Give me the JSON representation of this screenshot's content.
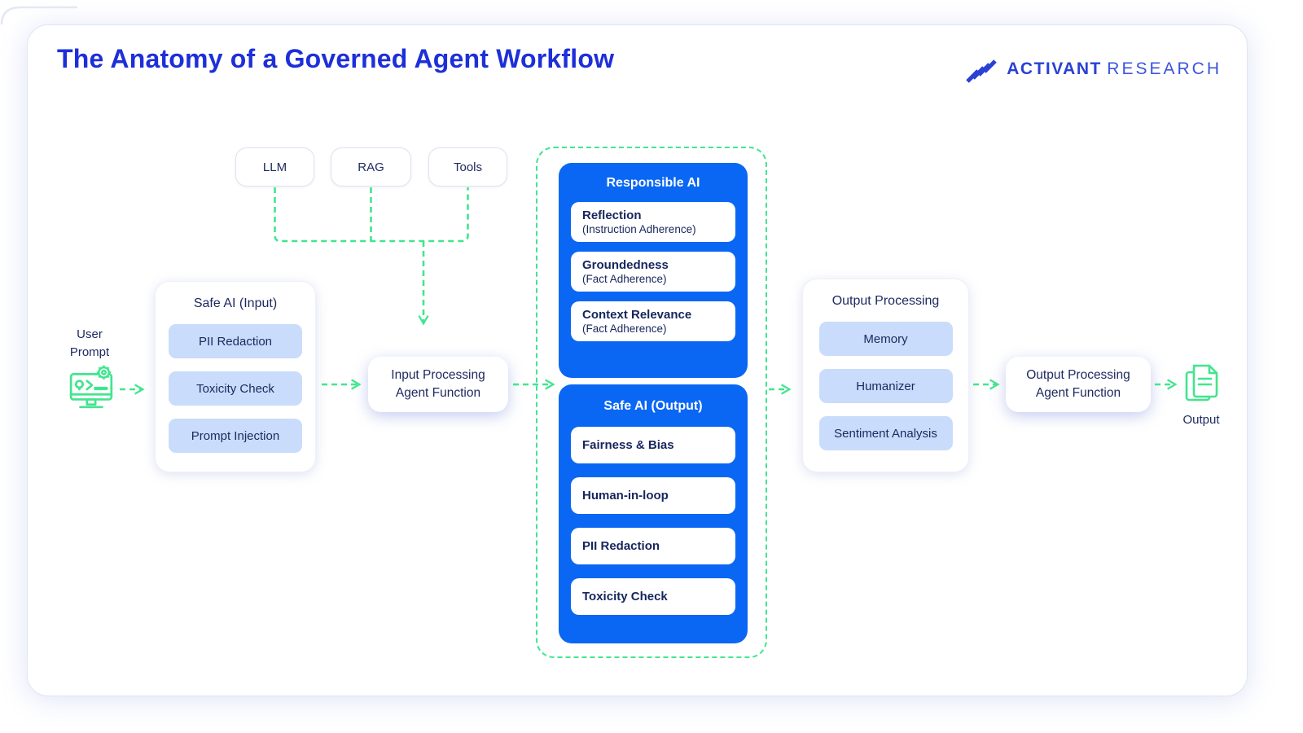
{
  "page": {
    "title": "The Anatomy of a Governed Agent Workflow"
  },
  "logo": {
    "brand_bold": "ACTIVANT",
    "brand_light": "RESEARCH"
  },
  "colors": {
    "title_blue": "#1d2fd9",
    "logo_blue": "#2a41d4",
    "navy_text": "#1e2a60",
    "panel_blue": "#0a67f4",
    "pill_light_blue": "#c9dcfb",
    "accent_green": "#42e58e"
  },
  "top_sources": {
    "items": [
      "LLM",
      "RAG",
      "Tools"
    ]
  },
  "input_side": {
    "user_prompt": {
      "line1": "User",
      "line2": "Prompt"
    },
    "safe_ai_input": {
      "title": "Safe AI (Input)",
      "items": [
        "PII Redaction",
        "Toxicity Check",
        "Prompt Injection"
      ]
    },
    "input_agent": {
      "line1": "Input Processing",
      "line2": "Agent Function"
    }
  },
  "governance": {
    "responsible_ai": {
      "title": "Responsible AI",
      "items": [
        {
          "title": "Reflection",
          "subtitle": "(Instruction Adherence)"
        },
        {
          "title": "Groundedness",
          "subtitle": "(Fact Adherence)"
        },
        {
          "title": "Context Relevance",
          "subtitle": "(Fact Adherence)"
        }
      ]
    },
    "safe_ai_output": {
      "title": "Safe AI (Output)",
      "items": [
        "Fairness & Bias",
        "Human-in-loop",
        "PII Redaction",
        "Toxicity Check"
      ]
    }
  },
  "output_side": {
    "output_processing": {
      "title": "Output Processing",
      "items": [
        "Memory",
        "Humanizer",
        "Sentiment Analysis"
      ]
    },
    "output_agent": {
      "line1": "Output Processing",
      "line2": "Agent Function"
    },
    "output_label": "Output"
  }
}
